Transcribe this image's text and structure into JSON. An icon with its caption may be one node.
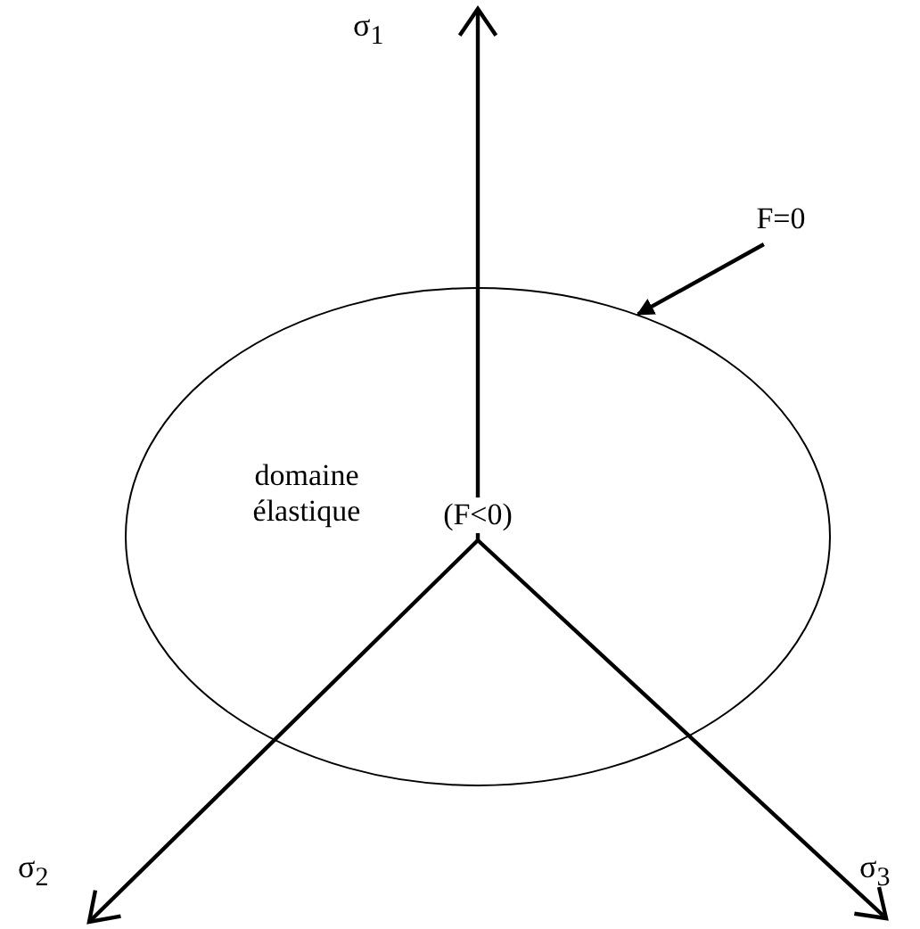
{
  "diagram": {
    "nodes": [
      {
        "text": [
          "domaine élastique",
          "(F<0)"
        ]
      },
      {
        "text": [
          "F=0"
        ]
      }
    ],
    "edges": [
      {
        "from": 1,
        "to": 0,
        "arrow": "to"
      }
    ],
    "labels": [
      "σ$_{1}$",
      "σ$_{2}$",
      "σ$_{3}$"
    ]
  }
}
